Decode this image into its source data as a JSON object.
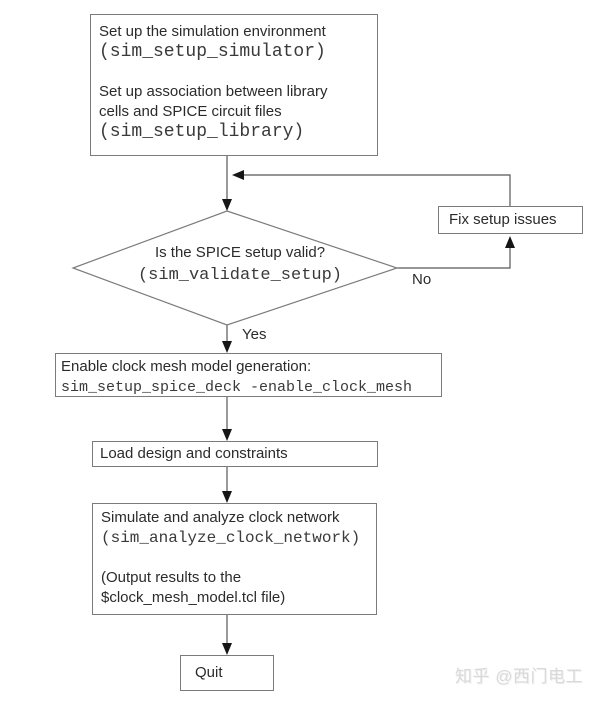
{
  "diagram": {
    "title_implicit": "SPICE clock mesh simulation flow",
    "boxes": {
      "setup": {
        "line1": "Set up the simulation environment",
        "line2": "(sim_setup_simulator)",
        "line3": "Set up association between library",
        "line4": "cells and SPICE circuit files",
        "line5": "(sim_setup_library)"
      },
      "decision": {
        "line1": "Is the SPICE setup valid?",
        "line2": "(sim_validate_setup)"
      },
      "fix": {
        "label": "Fix setup issues"
      },
      "enable": {
        "line1": "Enable clock mesh model generation:",
        "line2": "sim_setup_spice_deck -enable_clock_mesh"
      },
      "load": {
        "label": "Load design and constraints"
      },
      "simulate": {
        "line1": "Simulate and analyze clock network",
        "line2": "(sim_analyze_clock_network)",
        "line3": "(Output results to the",
        "line4": "$clock_mesh_model.tcl file)"
      },
      "quit": {
        "label": "Quit"
      }
    },
    "edge_labels": {
      "yes": "Yes",
      "no": "No"
    },
    "icons": {
      "arrowhead": "solid-triangle"
    },
    "colors": {
      "box_border": "#7b7b7b",
      "connector_line": "#565656",
      "arrowhead_fill": "#161616",
      "text": "#2b2b2b",
      "watermark": "#d9d9d9",
      "background": "#ffffff"
    }
  },
  "watermark": {
    "text": "知乎 @西门电工"
  }
}
